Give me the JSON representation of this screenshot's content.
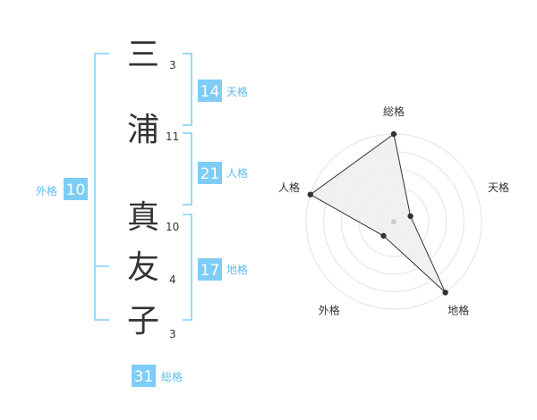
{
  "characters": [
    {
      "char": "三",
      "strokes": "3"
    },
    {
      "char": "浦",
      "strokes": "11"
    },
    {
      "char": "真",
      "strokes": "10"
    },
    {
      "char": "友",
      "strokes": "4"
    },
    {
      "char": "子",
      "strokes": "3"
    }
  ],
  "fortunes": {
    "tenkaku": {
      "value": "14",
      "label": "天格"
    },
    "jinkaku": {
      "value": "21",
      "label": "人格"
    },
    "chikaku": {
      "value": "17",
      "label": "地格"
    },
    "gaikaku": {
      "value": "10",
      "label": "外格"
    },
    "soukaku": {
      "value": "31",
      "label": "総格"
    }
  },
  "colors": {
    "accent": "#7dcdf6",
    "accent_text": "#5bbcf2",
    "text": "#333333",
    "radar_fill": "#eeeeee"
  },
  "chart_data": {
    "type": "radar",
    "axes": [
      "総格",
      "天格",
      "地格",
      "外格",
      "人格"
    ],
    "values": [
      5,
      1,
      5,
      1,
      5
    ],
    "scale_max": 5,
    "rings": 5
  }
}
